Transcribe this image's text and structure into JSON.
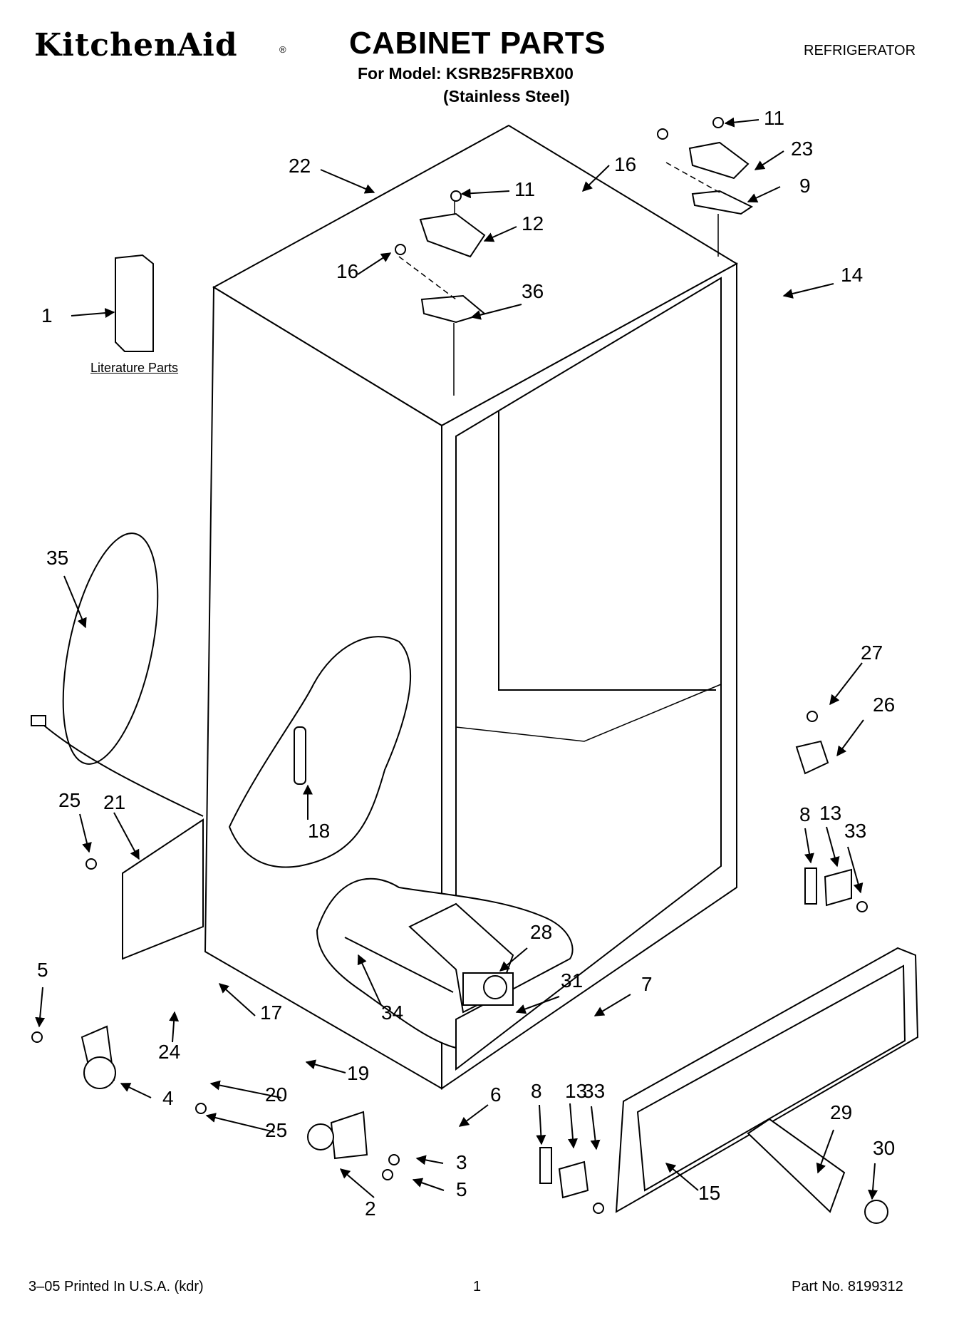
{
  "header": {
    "brand": "KitchenAid",
    "brand_mark": "®",
    "title": "CABINET PARTS",
    "model_line": "For Model: KSRB25FRBX00",
    "finish_line": "(Stainless Steel)",
    "category": "REFRIGERATOR"
  },
  "literature_label": "Literature Parts",
  "callouts": [
    "1",
    "2",
    "3",
    "4",
    "5",
    "5",
    "6",
    "7",
    "8",
    "8",
    "9",
    "11",
    "11",
    "12",
    "13",
    "13",
    "14",
    "15",
    "16",
    "16",
    "17",
    "18",
    "19",
    "20",
    "21",
    "22",
    "23",
    "24",
    "25",
    "25",
    "26",
    "27",
    "28",
    "29",
    "30",
    "31",
    "33",
    "33",
    "34",
    "35",
    "36"
  ],
  "footer": {
    "print_info": "3–05 Printed In U.S.A. (kdr)",
    "page_number": "1",
    "part_number": "Part No. 8199312"
  }
}
